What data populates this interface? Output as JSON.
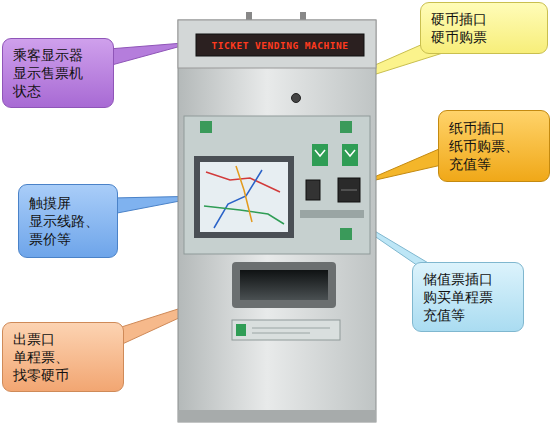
{
  "diagram": {
    "nodes": [
      {
        "text": [
          "硬币插口",
          "硬币购票"
        ]
      },
      {
        "text": [
          "乘客显示器",
          "显示售票机 状态"
        ]
      },
      {
        "text": [
          "纸币插口",
          "纸币购票、 充值等"
        ]
      },
      {
        "text": [
          "触摸屏",
          "显示线路、 票价等"
        ]
      },
      {
        "text": [
          "储值票插口",
          "购买单程票 充值等"
        ]
      },
      {
        "text": [
          "出票口",
          "单程票、 找零硬币"
        ]
      }
    ],
    "labels": [
      "TICKET VENDING MACHINE"
    ]
  }
}
